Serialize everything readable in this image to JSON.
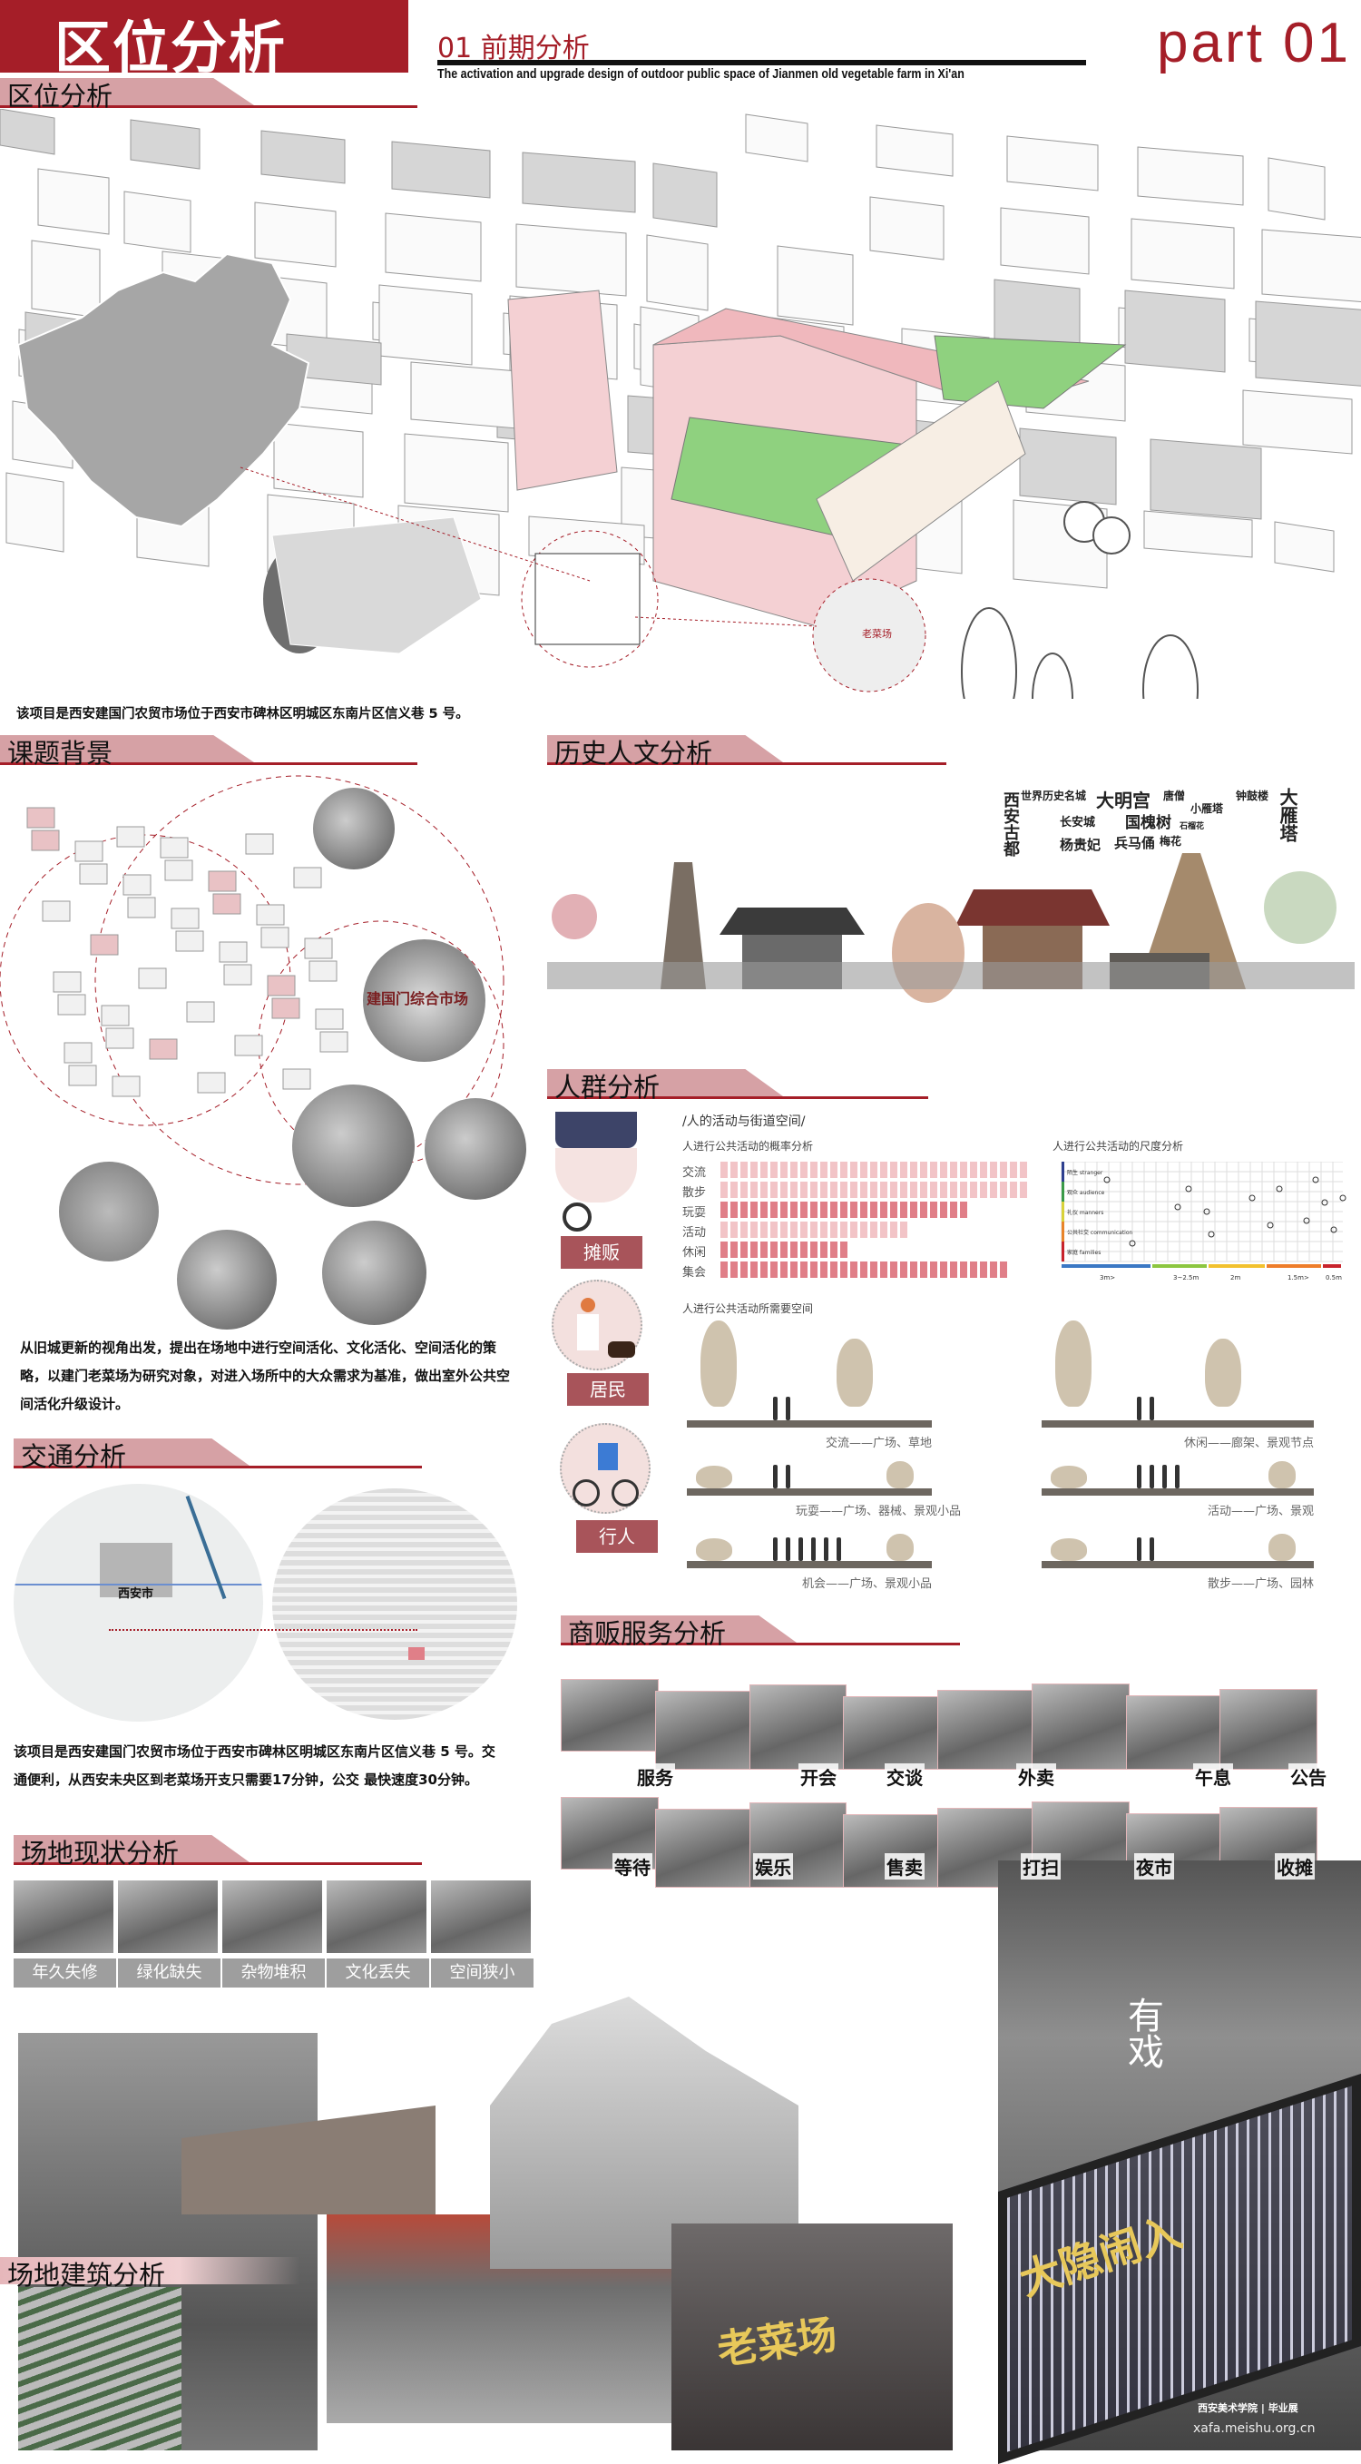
{
  "header": {
    "title": "区位分析",
    "subtitle_cn": "01 前期分析",
    "subtitle_en": "The activation and upgrade design of outdoor public space of Jianmen old vegetable farm in Xi'an",
    "part": "part 01"
  },
  "colors": {
    "brand": "#a51e28",
    "band": "#d6a1a5",
    "label": "#a8545a",
    "pink_light": "#f2c4c7",
    "pink_dark": "#e07f88",
    "green": "#8fd17f"
  },
  "location": {
    "heading": "区位分析",
    "caption": "该项目是西安建国门农贸市场位于西安市碑林区明城区东南片区信义巷 5 号。",
    "sign": "老菜场"
  },
  "background": {
    "heading": "课题背景",
    "sign": "建国门综合市场",
    "text": "从旧城更新的视角出发，提出在场地中进行空间活化、文化活化、空间活化的策略，以建门老菜场为研究对象，对进入场所中的大众需求为基准，做出室外公共空间活化升级设计。"
  },
  "history": {
    "heading": "历史人文分析",
    "words": [
      "西安古都",
      "世界历史名城",
      "长安城",
      "杨贵妃",
      "大明宫",
      "兵马俑",
      "国槐树",
      "唐僧",
      "梅花",
      "小雁塔",
      "石榴花",
      "钟鼓楼",
      "大雁塔"
    ]
  },
  "crowd": {
    "heading": "人群分析",
    "groups": [
      "摊贩",
      "居民",
      "行人"
    ],
    "title": "/人的活动与街道空间/",
    "prob_title": "人进行公共活动的概率分析",
    "scale_title": "人进行公共活动的尺度分析",
    "space_title": "人进行公共活动所需要空间",
    "prob": [
      {
        "label": "交流",
        "value": 31,
        "tone": "light"
      },
      {
        "label": "散步",
        "value": 31,
        "tone": "light"
      },
      {
        "label": "玩耍",
        "value": 25,
        "tone": "dark"
      },
      {
        "label": "活动",
        "value": 19,
        "tone": "light"
      },
      {
        "label": "休闲",
        "value": 13,
        "tone": "dark"
      },
      {
        "label": "集会",
        "value": 29,
        "tone": "dark"
      }
    ],
    "prob_max": 31,
    "scale_legend": [
      {
        "cn": "陌生",
        "en": "stranger",
        "color": "#2e3f8f"
      },
      {
        "cn": "观众",
        "en": "audience",
        "color": "#3a9a48"
      },
      {
        "cn": "礼仪",
        "en": "manners",
        "color": "#d8d23a"
      },
      {
        "cn": "公共社交",
        "en": "communication",
        "color": "#e8842a"
      },
      {
        "cn": "家庭",
        "en": "families",
        "color": "#c8232c"
      }
    ],
    "scale_distances": [
      "3m>",
      "3~2.5m",
      "2m",
      "1.5m>",
      "0.5m"
    ],
    "spaces": [
      "交流——广场、草地",
      "休闲——廊架、景观节点",
      "玩耍——广场、器械、景观小品",
      "活动——广场、景观",
      "机会——广场、景观小品",
      "散步——广场、园林"
    ]
  },
  "traffic": {
    "heading": "交通分析",
    "map_label": "西安市",
    "text": "该项目是西安建国门农贸市场位于西安市碑林区明城区东南片区信义巷 5 号。交通便利，从西安未央区到老菜场开支只需要17分钟，公交 最快速度30分钟。"
  },
  "status": {
    "heading": "场地现状分析",
    "labels": [
      "年久失修",
      "绿化缺失",
      "杂物堆积",
      "文化丢失",
      "空间狭小"
    ]
  },
  "vendor": {
    "heading": "商贩服务分析",
    "row1": [
      "服务",
      "开会",
      "交谈",
      "外卖",
      "午息",
      "公告"
    ],
    "row2": [
      "等待",
      "娱乐",
      "售卖",
      "打扫",
      "夜市",
      "收摊"
    ]
  },
  "building": {
    "heading": "场地建筑分析",
    "sign1": "有戏",
    "sign2": "老菜场",
    "sign3": "大隐闹入"
  },
  "footer": {
    "school": "西安美术学院",
    "tag": "毕业展",
    "url": "xafa.meishu.org.cn"
  }
}
